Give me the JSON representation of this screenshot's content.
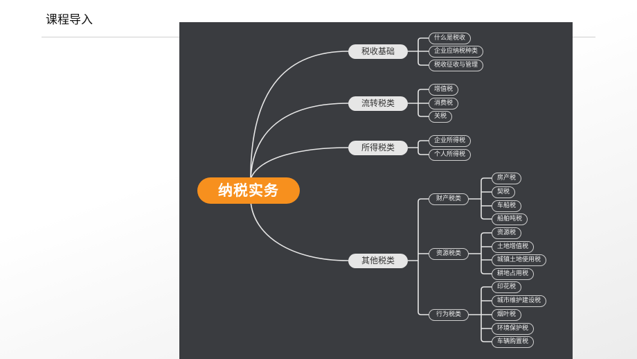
{
  "header": {
    "title": "课程导入"
  },
  "mindmap": {
    "root": "纳税实务",
    "branches": [
      {
        "label": "税收基础",
        "children": [
          "什么是税收",
          "企业应纳税种类",
          "税收征收与管理"
        ]
      },
      {
        "label": "流转税类",
        "children": [
          "增值税",
          "消费税",
          "关税"
        ]
      },
      {
        "label": "所得税类",
        "children": [
          "企业所得税",
          "个人所得税"
        ]
      },
      {
        "label": "其他税类",
        "groups": [
          {
            "label": "财产税类",
            "children": [
              "房产税",
              "契税",
              "车船税",
              "船舶吨税"
            ]
          },
          {
            "label": "资源税类",
            "children": [
              "资源税",
              "土地增值税",
              "城镇土地使用税",
              "耕地占用税"
            ]
          },
          {
            "label": "行为税类",
            "children": [
              "印花税",
              "城市维护建设税",
              "烟叶税",
              "环境保护税",
              "车辆购置税"
            ]
          }
        ]
      }
    ],
    "colors": {
      "root": "#f7901e",
      "panel": "#3a3c40",
      "branch": "#e6e6e6"
    }
  }
}
